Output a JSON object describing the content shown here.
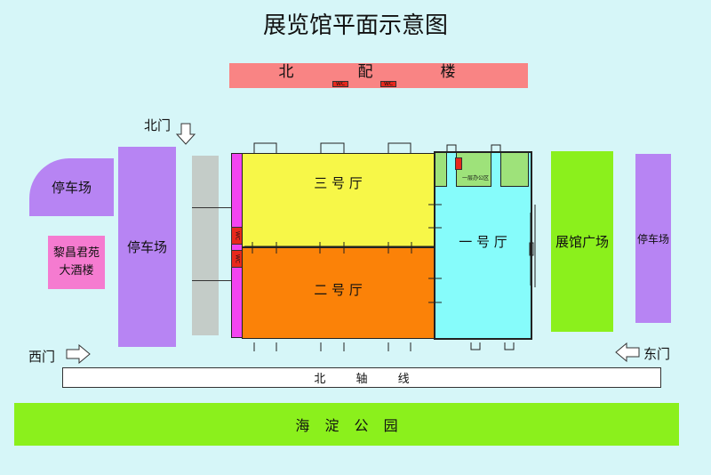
{
  "title": "展览馆平面示意图",
  "north_building": {
    "label": [
      "北",
      "配",
      "楼"
    ],
    "wc": "WC",
    "color": "#f98484"
  },
  "north_gate": "北门",
  "west_gate": "西门",
  "east_gate": "东门",
  "parking_left_top": "停车场",
  "hotel": {
    "line1": "黎昌君苑",
    "line2": "大酒楼"
  },
  "parking_left": "停车场",
  "parking_right": "停车场",
  "hall3": "三 号 厅",
  "hall2": "二 号 厅",
  "hall1": "一 号 厅",
  "office": "一层办公区",
  "plaza": "展馆广场",
  "axis": "北 轴 线",
  "park": "海 淀 公 园",
  "colors": {
    "purple": "#b784f3",
    "pink": "#f57bd0",
    "yellow": "#f7f748",
    "orange": "#fb8208",
    "cyan": "#86fcfb",
    "green": "#8bf01c",
    "magenta": "#f244f0",
    "gray": "#c4ccc8"
  }
}
